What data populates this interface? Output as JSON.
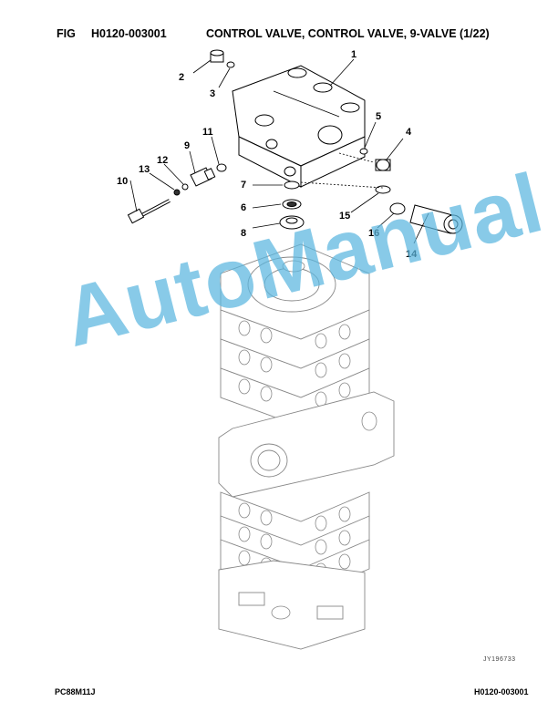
{
  "header": {
    "fig_label": "FIG",
    "fig_code": "H0120-003001",
    "title": "CONTROL VALVE, CONTROL VALVE, 9-VALVE (1/22)"
  },
  "callouts": [
    "1",
    "2",
    "3",
    "4",
    "5",
    "6",
    "7",
    "8",
    "9",
    "10",
    "11",
    "12",
    "13",
    "14",
    "15",
    "16"
  ],
  "watermark": "AutoManual",
  "drawing_code": "JY196733",
  "footer": {
    "model": "PC88M11J",
    "page_code": "H0120-003001"
  }
}
